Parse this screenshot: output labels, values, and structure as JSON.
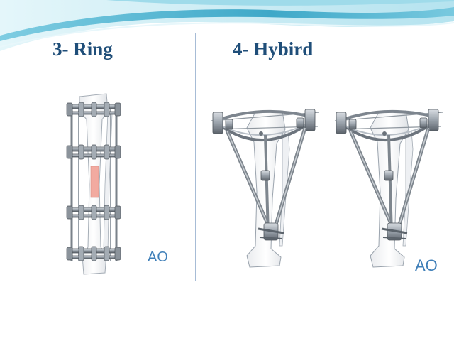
{
  "slide": {
    "left_title": "3- Ring",
    "right_title": "4- Hybird",
    "logo_left": "AO",
    "logo_right": "AO"
  },
  "colors": {
    "wave_light": "#cfeef6",
    "wave_mid": "#8fd2e6",
    "wave_dark": "#3fa9c9",
    "divider": "#8aa6c8",
    "title": "#1f4e79",
    "logo": "#3f7fb8",
    "fracture": "#f2aaa0"
  }
}
